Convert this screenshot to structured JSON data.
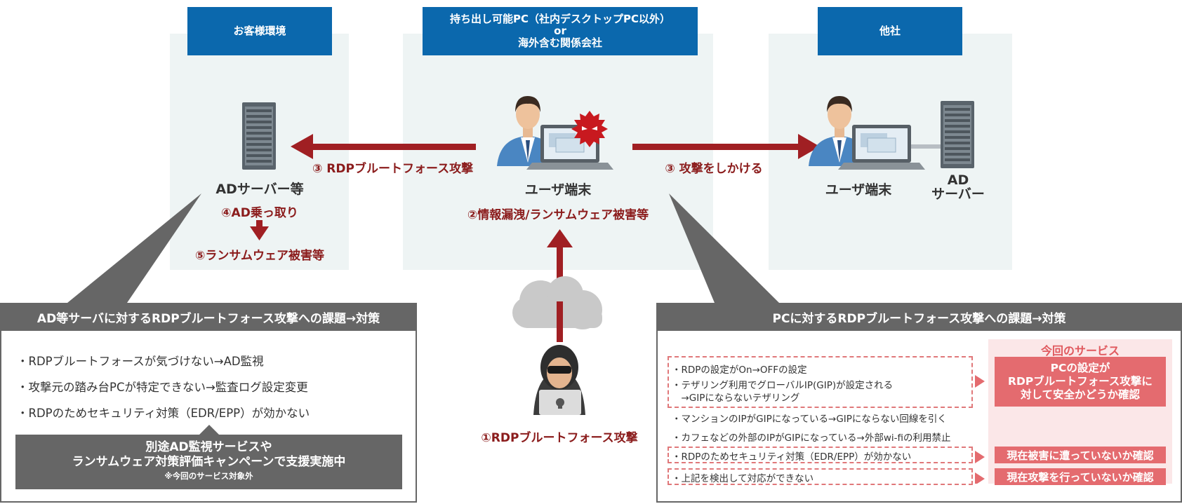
{
  "zones": {
    "customer": "お客様環境",
    "portable": [
      "持ち出し可能PC（社内デスクトップPC以外）",
      "or",
      "海外含む関係会社"
    ],
    "other": "他社"
  },
  "labels": {
    "ad_server": "ADサーバー等",
    "ad_takeover": "④AD乗っ取り",
    "ransom_damage": "⑤ランサムウェア被害等",
    "user_terminal_center": "ユーザ端末",
    "leak_damage": "②情報漏洩/ランサムウェア被害等",
    "user_terminal_right": "ユーザ端末",
    "ad_right": [
      "AD",
      "サーバー"
    ],
    "arrow_left": "③ RDPブルートフォース攻撃",
    "arrow_right": "③ 攻撃をしかける",
    "attack_origin": "①RDPブルートフォース攻撃"
  },
  "left_panel": {
    "title": "AD等サーバに対するRDPブルートフォース攻撃への課題→対策",
    "bullets": [
      "・RDPブルートフォースが気づけない→AD監視",
      "・攻撃元の踏み台PCが特定できない→監査ログ設定変更",
      "・RDPのためセキュリティ対策（EDR/EPP）が効かない"
    ],
    "support_line1": "別途AD監視サービスや",
    "support_line2": "ランサムウェア対策評価キャンペーンで支援実施中",
    "support_note": "※今回のサービス対象外"
  },
  "right_panel": {
    "title": "PCに対するRDPブルートフォース攻撃への課題→対策",
    "service_header": "今回のサービス",
    "group1": [
      "・RDPの設定がOn→OFFの設定",
      "・テザリング利用でグローバルIP(GIP)が設定される",
      "　→GIPにならないテザリング"
    ],
    "plain": [
      "・マンションのIPがGIPになっている→GIPにならない回線を引く",
      "・カフェなどの外部のIPがGIPになっている→外部wi-fiの利用禁止"
    ],
    "row_edr": "・RDPのためセキュリティ対策（EDR/EPP）が効かない",
    "row_detect": "・上記を検出して対応ができない",
    "service1": [
      "PCの設定が",
      "RDPブルートフォース攻撃に",
      "対して安全かどうか確認"
    ],
    "service2": "現在被害に遭っていないか確認",
    "service3": "現在攻撃を行っていないか確認"
  },
  "colors": {
    "zone_header": "#0b68ad",
    "zone_bg": "#eef4f4",
    "arrow_red": "#a01f23",
    "label_red": "#8b1c1c",
    "panel_gray": "#666666",
    "service_pink": "#e46b6f",
    "service_bg": "#fbe7e8"
  }
}
